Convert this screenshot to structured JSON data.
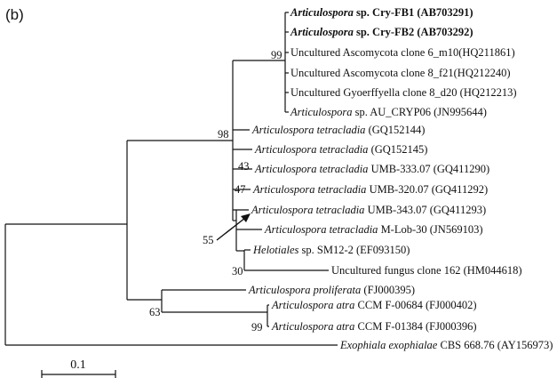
{
  "panel_label": "(b)",
  "scale_bar_label": "0.1",
  "taxa": [
    {
      "italic": "Articulospora",
      "rest": " sp. Cry-FB1 (AB703291)",
      "bold": true
    },
    {
      "italic": "Articulospora",
      "rest": " sp. Cry-FB2 (AB703292)",
      "bold": true
    },
    {
      "italic": "",
      "rest": "Uncultured Ascomycota clone 6_m10(HQ211861)",
      "bold": false
    },
    {
      "italic": "",
      "rest": "Uncultured Ascomycota clone 8_f21(HQ212240)",
      "bold": false
    },
    {
      "italic": "",
      "rest": "Uncultured Gyoerffyella clone 8_d20 (HQ212213)",
      "bold": false
    },
    {
      "italic": "Articulospora",
      "rest": " sp. AU_CRYP06 (JN995644)",
      "bold": false
    },
    {
      "italic": "Articulospora tetracladia",
      "rest": " (GQ152144)",
      "bold": false
    },
    {
      "italic": "Articulospora tetracladia",
      "rest": " (GQ152145)",
      "bold": false
    },
    {
      "italic": "Articulospora tetracladia",
      "rest": " UMB-333.07 (GQ411290)",
      "bold": false
    },
    {
      "italic": "Articulospora tetracladia",
      "rest": " UMB-320.07 (GQ411292)",
      "bold": false
    },
    {
      "italic": "Articulospora tetracladia",
      "rest": " UMB-343.07 (GQ411293)",
      "bold": false
    },
    {
      "italic": "Articulospora tetracladia",
      "rest": " M-Lob-30 (JN569103)",
      "bold": false
    },
    {
      "italic": "Helotiales",
      "rest": " sp. SM12-2 (EF093150)",
      "bold": false
    },
    {
      "italic": "",
      "rest": "Uncultured fungus clone 162 (HM044618)",
      "bold": false
    },
    {
      "italic": "Articulospora proliferata",
      "rest": " (FJ000395)",
      "bold": false
    },
    {
      "italic": "Articulospora atra",
      "rest": " CCM F-00684 (FJ000402)",
      "bold": false
    },
    {
      "italic": "Articulospora atra",
      "rest": " CCM F-01384 (FJ000396)",
      "bold": false
    },
    {
      "italic": "Exophiala exophialae",
      "rest": " CBS 668.76 (AY156973)",
      "bold": false
    }
  ],
  "bootstrap": [
    "99",
    "98",
    "43",
    "47",
    "55",
    "30",
    "63",
    "99"
  ]
}
